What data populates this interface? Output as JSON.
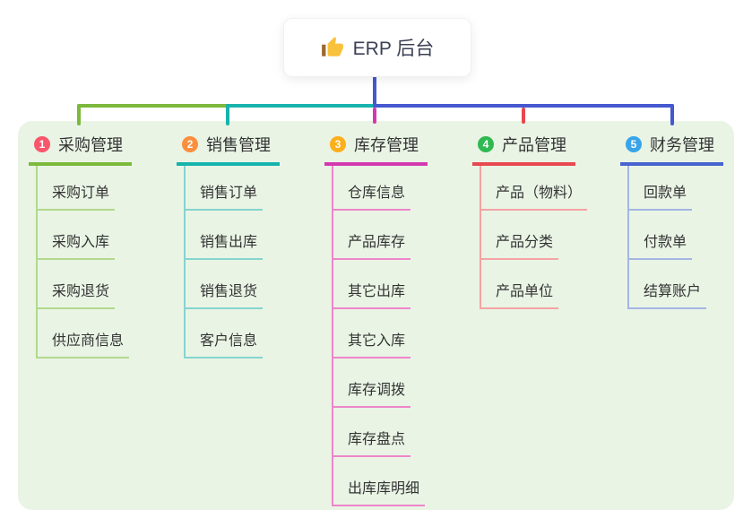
{
  "root": {
    "title": "ERP 后台",
    "icon": "thumbs-up-icon"
  },
  "branches": [
    {
      "badge": "1",
      "label": "采购管理",
      "color": "#7cb93c",
      "light_color": "#b2d98c",
      "badge_color": "#f8566c",
      "items": [
        "采购订单",
        "采购入库",
        "采购退货",
        "供应商信息"
      ]
    },
    {
      "badge": "2",
      "label": "销售管理",
      "color": "#17b3ac",
      "light_color": "#86d4cf",
      "badge_color": "#fb8f3e",
      "items": [
        "销售订单",
        "销售出库",
        "销售退货",
        "客户信息"
      ]
    },
    {
      "badge": "3",
      "label": "库存管理",
      "color": "#d438ae",
      "light_color": "#ee86c9",
      "badge_color": "#fcaf1b",
      "items": [
        "仓库信息",
        "产品库存",
        "其它出库",
        "其它入库",
        "库存调拨",
        "库存盘点",
        "出库库明细"
      ]
    },
    {
      "badge": "4",
      "label": "产品管理",
      "color": "#e8484f",
      "light_color": "#f4a3a3",
      "badge_color": "#2fb950",
      "items": [
        "产品（物料）",
        "产品分类",
        "产品单位"
      ]
    },
    {
      "badge": "5",
      "label": "财务管理",
      "color": "#4663cf",
      "light_color": "#a4b5e3",
      "badge_color": "#38a5e9",
      "items": [
        "回款单",
        "付款单",
        "结算账户"
      ]
    }
  ],
  "colors": {
    "canvas_background": "#e9f4e5",
    "root_connector": "#4558cf",
    "root_text": "#3b4155",
    "node_text": "#333333"
  }
}
